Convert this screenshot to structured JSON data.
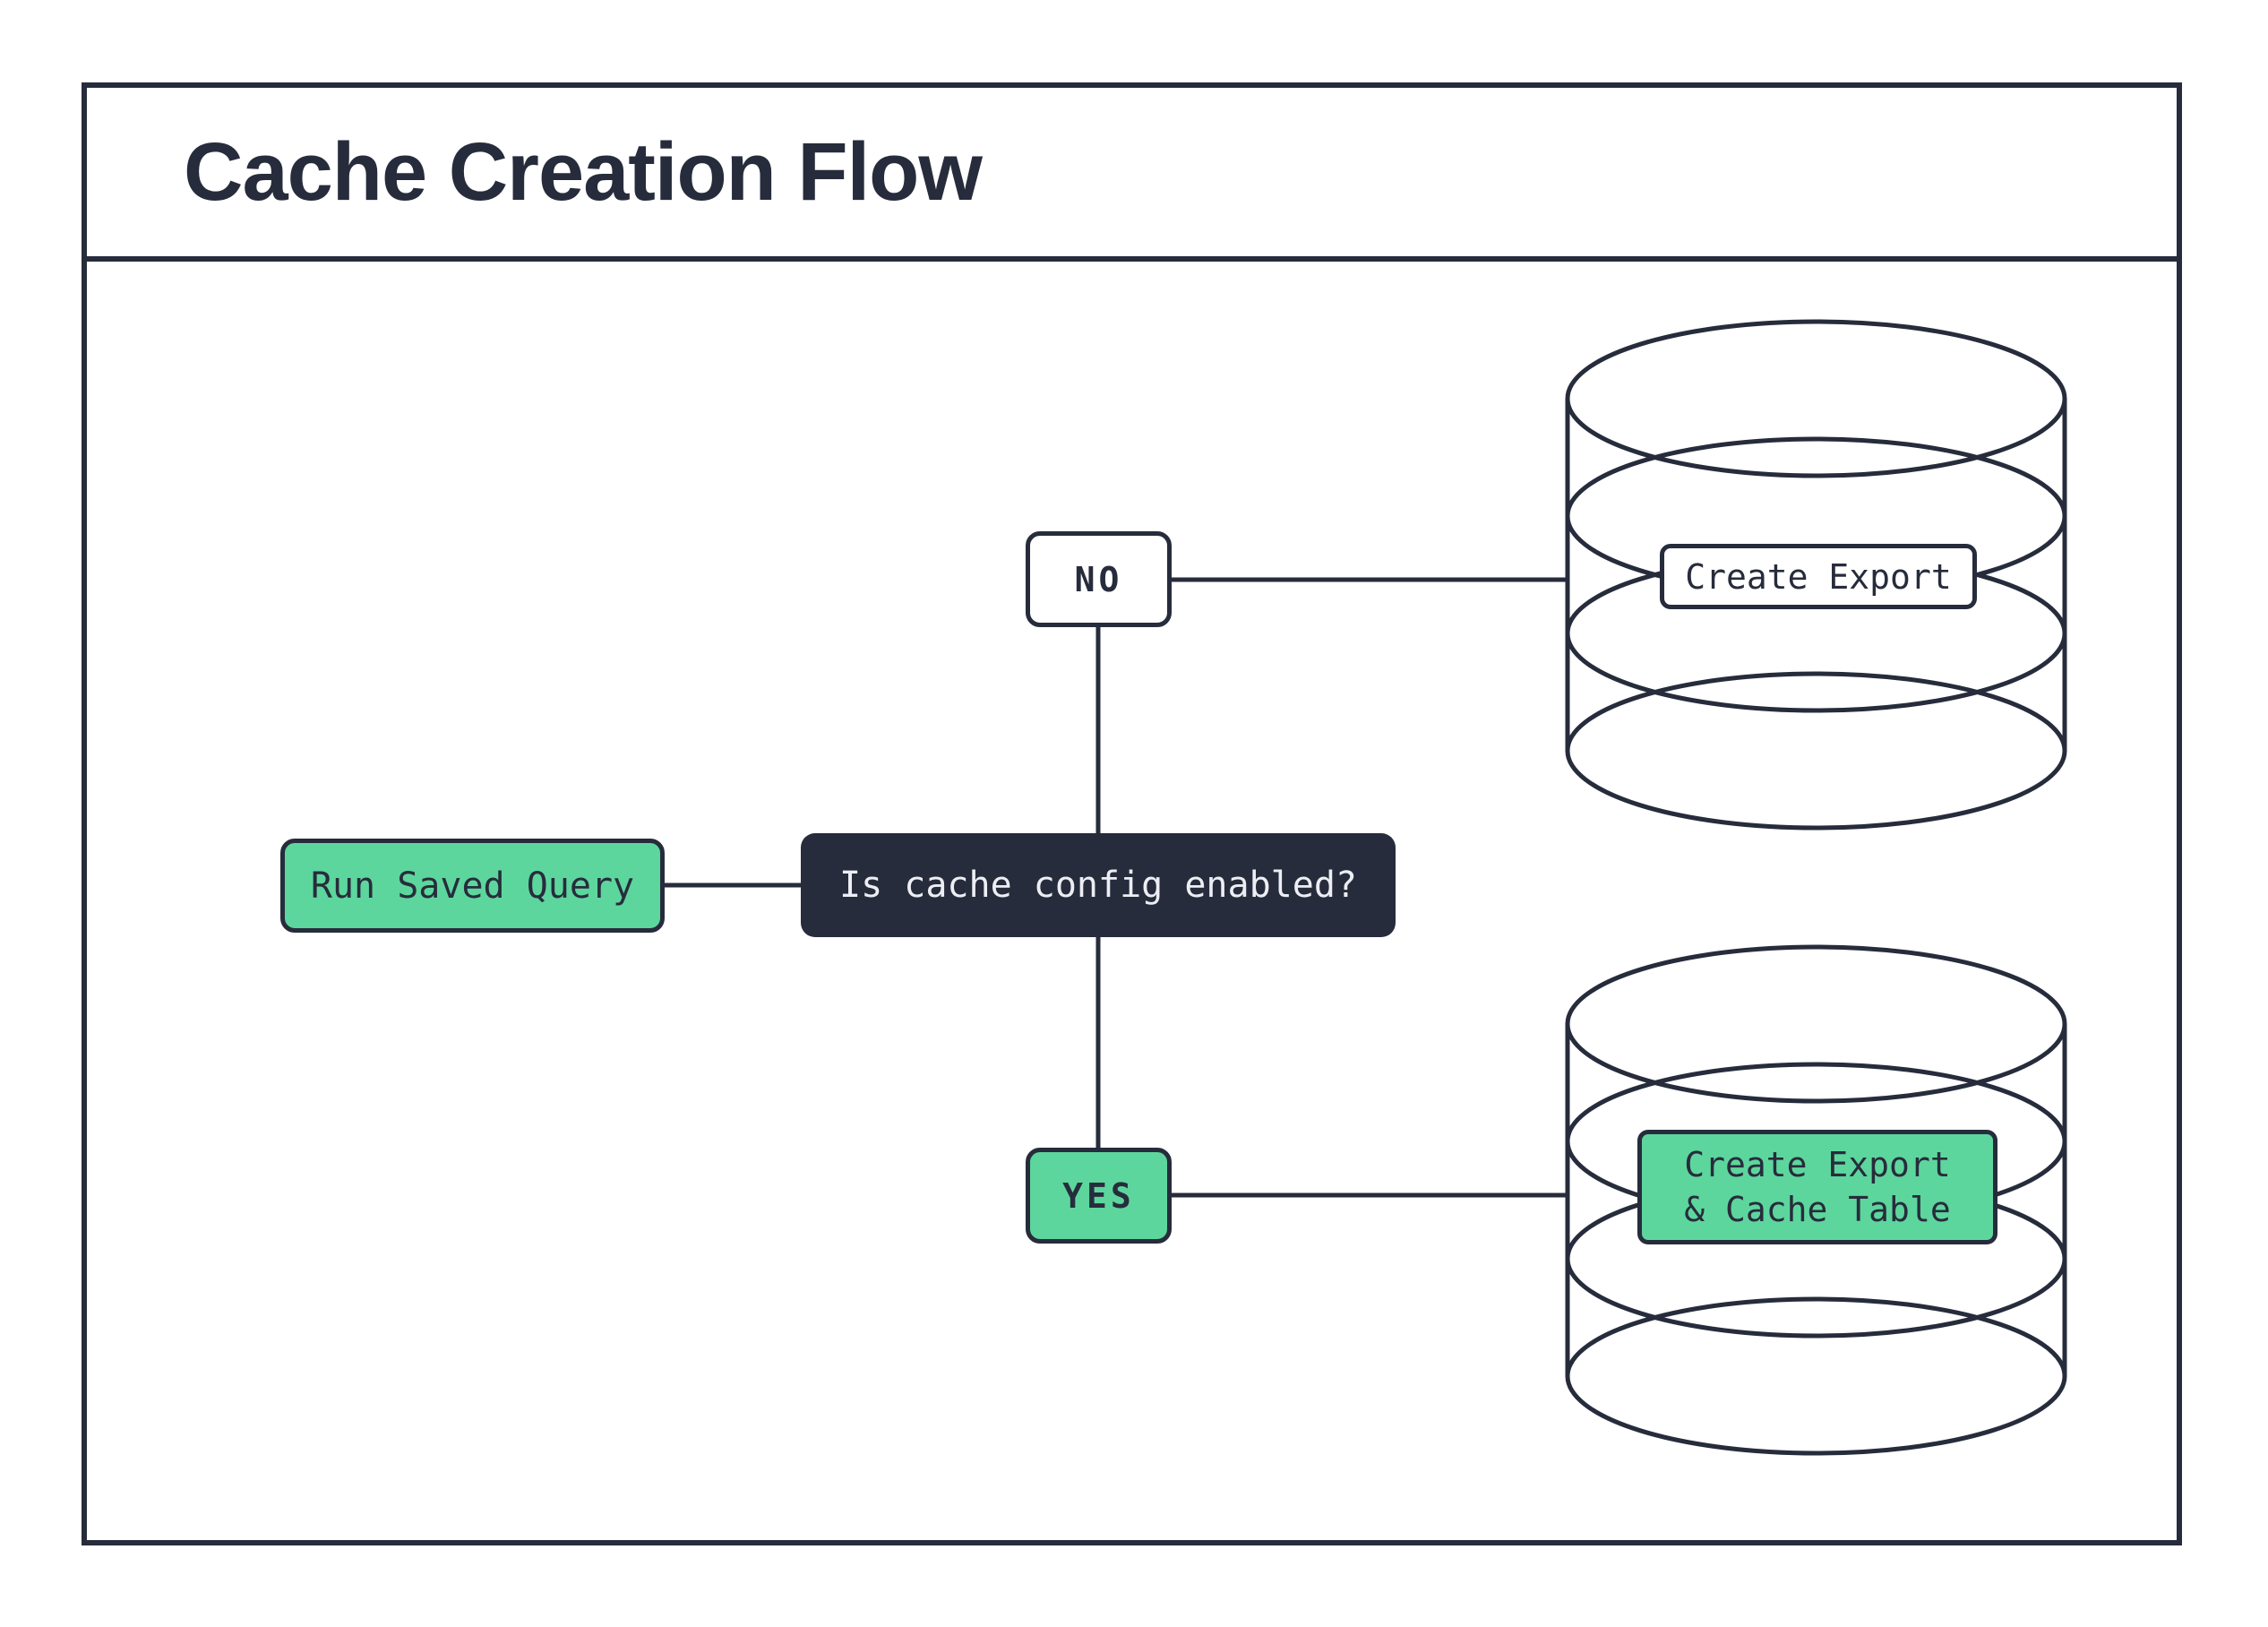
{
  "title": "Cache Creation Flow",
  "colors": {
    "ink": "#272c3c",
    "green": "#5dd69d",
    "background": "#ffffff",
    "decision_text": "#eceef4"
  },
  "flow": {
    "start": {
      "label": "Run Saved Query"
    },
    "decision": {
      "label": "Is cache config enabled?"
    },
    "branch_no": {
      "label": "NO"
    },
    "branch_yes": {
      "label": "YES"
    },
    "db_export": {
      "label": "Create Export"
    },
    "db_cache": {
      "label_line1": "Create Export",
      "label_line2": "& Cache Table"
    }
  }
}
